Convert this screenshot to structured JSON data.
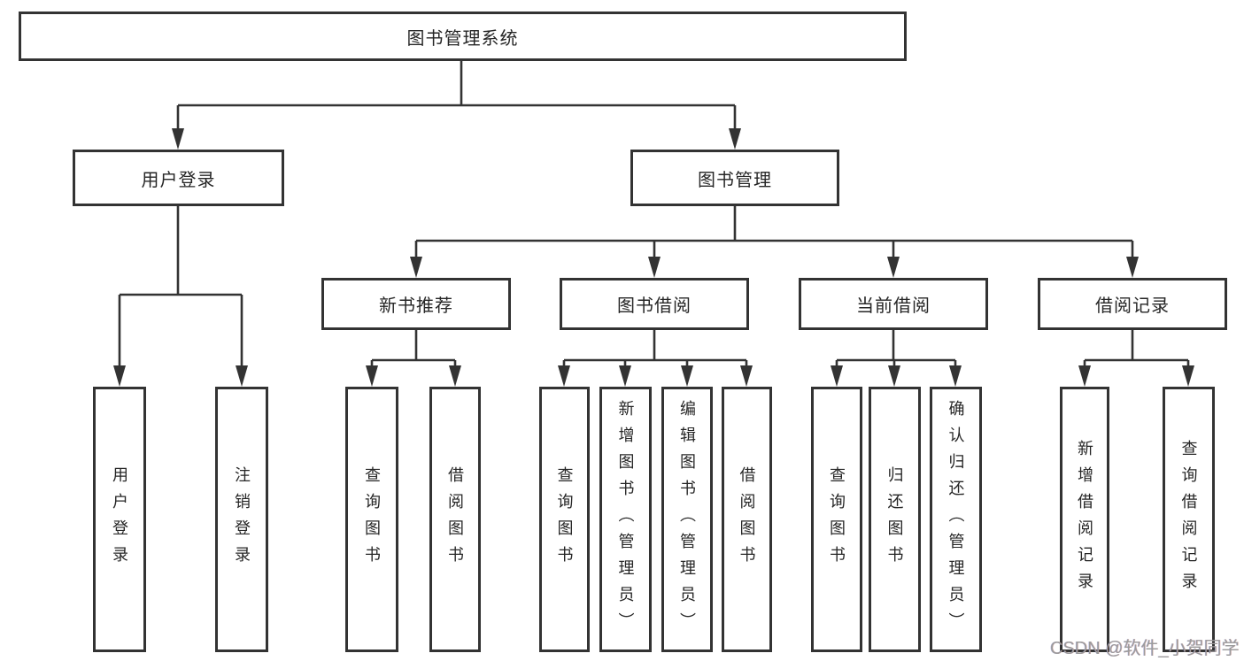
{
  "diagram": {
    "root": {
      "label": "图书管理系统"
    },
    "branches": [
      {
        "label": "用户登录",
        "children": [
          {
            "label": "用户登录"
          },
          {
            "label": "注销登录"
          }
        ]
      },
      {
        "label": "图书管理",
        "children": [
          {
            "label": "新书推荐",
            "children": [
              {
                "label": "查询图书"
              },
              {
                "label": "借阅图书"
              }
            ]
          },
          {
            "label": "图书借阅",
            "children": [
              {
                "label": "查询图书"
              },
              {
                "label": "新增图书（管理员）"
              },
              {
                "label": "编辑图书（管理员）"
              },
              {
                "label": "借阅图书"
              }
            ]
          },
          {
            "label": "当前借阅",
            "children": [
              {
                "label": "查询图书"
              },
              {
                "label": "归还图书"
              },
              {
                "label": "确认归还（管理员）"
              }
            ]
          },
          {
            "label": "借阅记录",
            "children": [
              {
                "label": "新增借阅记录"
              },
              {
                "label": "查询借阅记录"
              }
            ]
          }
        ]
      }
    ]
  },
  "watermark": {
    "text": "CSDN @软件_小贺同学"
  },
  "colors": {
    "line": "#333333",
    "box_border": "#333333",
    "box_fill": "#ffffff",
    "text": "#262626",
    "background": "#ffffff",
    "watermark": "#9c9c9c"
  }
}
